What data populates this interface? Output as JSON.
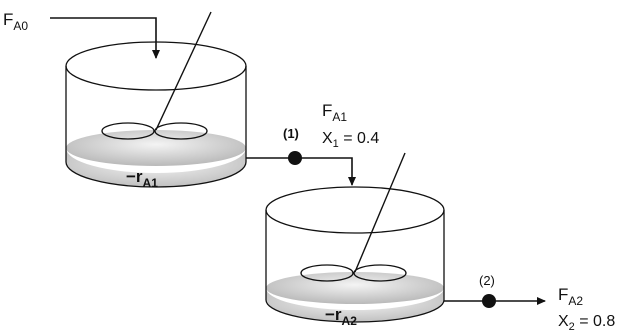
{
  "labels": {
    "feed": {
      "main": "F",
      "sub": "A0"
    },
    "rate1": {
      "main": "−r",
      "sub": "A1"
    },
    "rate2": {
      "main": "−r",
      "sub": "A2"
    },
    "point1": "(1)",
    "point2": "(2)",
    "flow1": {
      "main": "F",
      "sub": "A1"
    },
    "conv1": {
      "main": "X",
      "sub": "1",
      "value": " = 0.4"
    },
    "flow2": {
      "main": "F",
      "sub": "A2"
    },
    "conv2": {
      "main": "X",
      "sub": "2",
      "value": " = 0.8"
    }
  },
  "colors": {
    "ink": "#111111",
    "liquid": "#c9c9c9"
  }
}
